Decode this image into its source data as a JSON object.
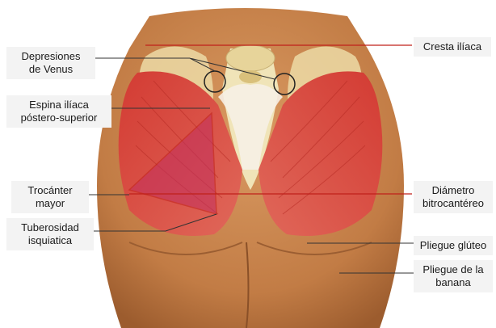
{
  "labels": {
    "depresiones_venus": [
      "Depresiones",
      "de Venus"
    ],
    "espina_iliaca": [
      "Espina ilíaca",
      "póstero-superior"
    ],
    "trocanter": [
      "Trocánter",
      "mayor"
    ],
    "tuberosidad": [
      "Tuberosidad",
      "isquiatica"
    ],
    "cresta_iliaca": [
      "Cresta ilíaca"
    ],
    "diametro": [
      "Diámetro",
      "bitrocantéreo"
    ],
    "pliegue_gluteo": [
      "Pliegue glúteo"
    ],
    "pliegue_banana": [
      "Pliegue de la",
      "banana"
    ]
  },
  "colors": {
    "skin": "#c9864f",
    "skin_dark": "#a8683a",
    "muscle": "#d8443a",
    "muscle_light": "#e8796a",
    "bone": "#efe2b0",
    "leader_line": "#333333",
    "red_line": "#c0201a",
    "triangle_fill": "#c2305f"
  }
}
